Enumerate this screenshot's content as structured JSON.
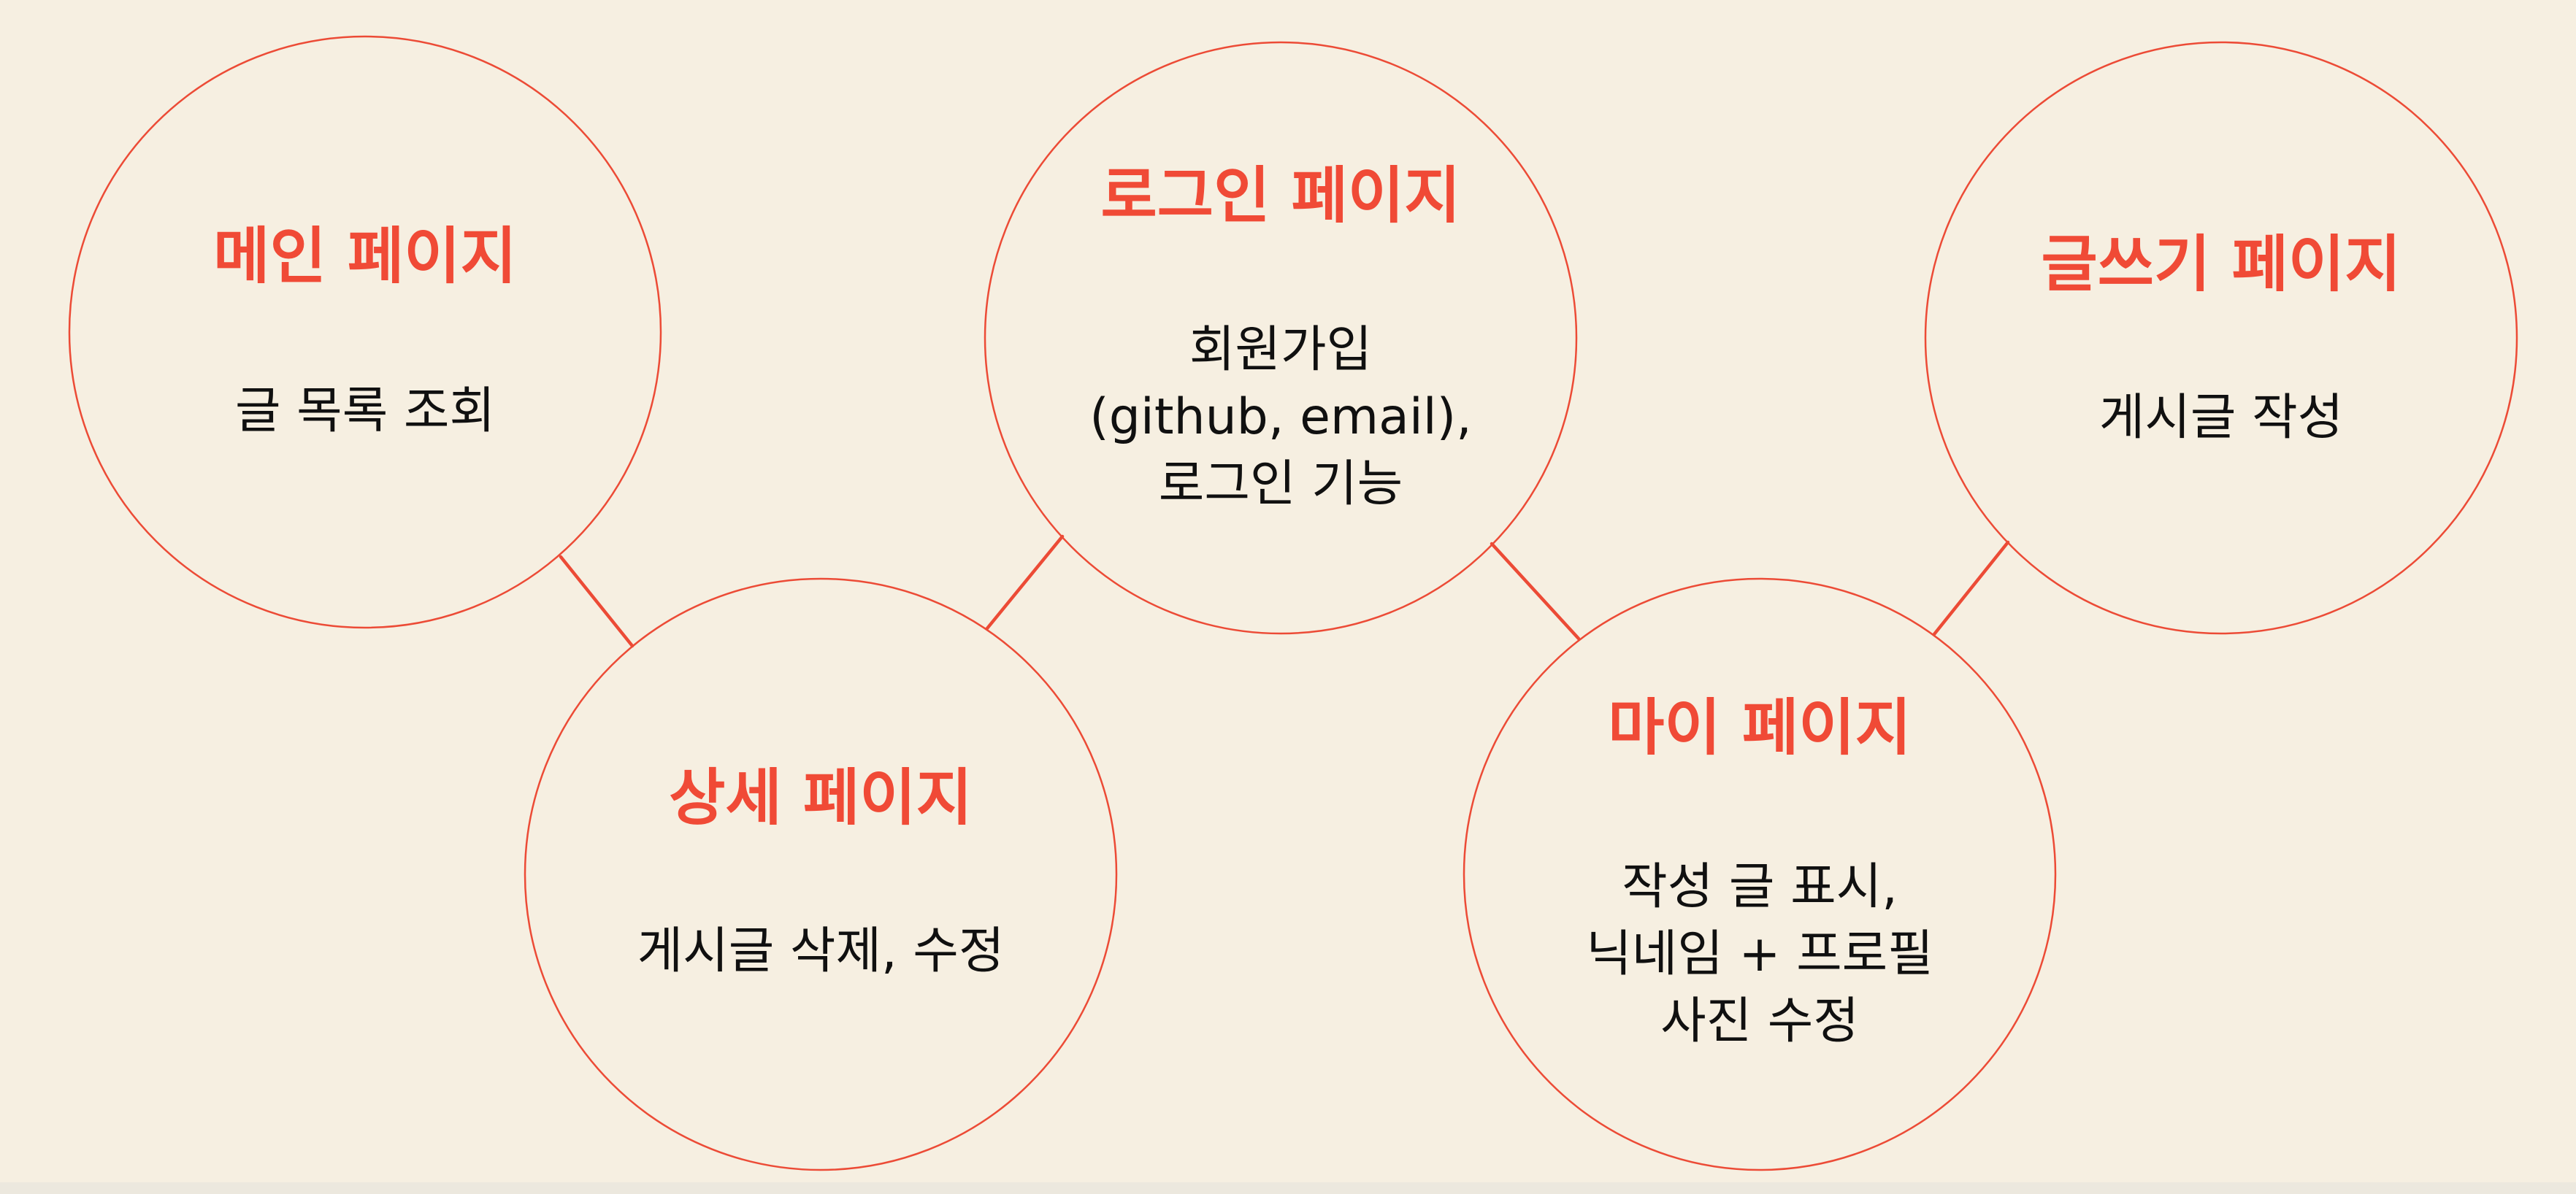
{
  "nodes": {
    "main": {
      "title": "메인 페이지",
      "description": [
        "글 목록 조회"
      ]
    },
    "detail": {
      "title": "상세 페이지",
      "description": [
        "게시글 삭제, 수정"
      ]
    },
    "login": {
      "title": "로그인 페이지",
      "description": [
        "회원가입",
        "(github, email),",
        "로그인 기능"
      ]
    },
    "mypage": {
      "title": "마이 페이지",
      "description": [
        "작성 글 표시,",
        "닉네임 + 프로필",
        "사진 수정"
      ]
    },
    "write": {
      "title": "글쓰기 페이지",
      "description": [
        "게시글 작성"
      ]
    }
  },
  "connections": [
    [
      "main",
      "detail"
    ],
    [
      "detail",
      "login"
    ],
    [
      "login",
      "mypage"
    ],
    [
      "mypage",
      "write"
    ]
  ],
  "colors": {
    "background": "#f6efe1",
    "accent": "#ec4b36",
    "text": "#101010"
  }
}
